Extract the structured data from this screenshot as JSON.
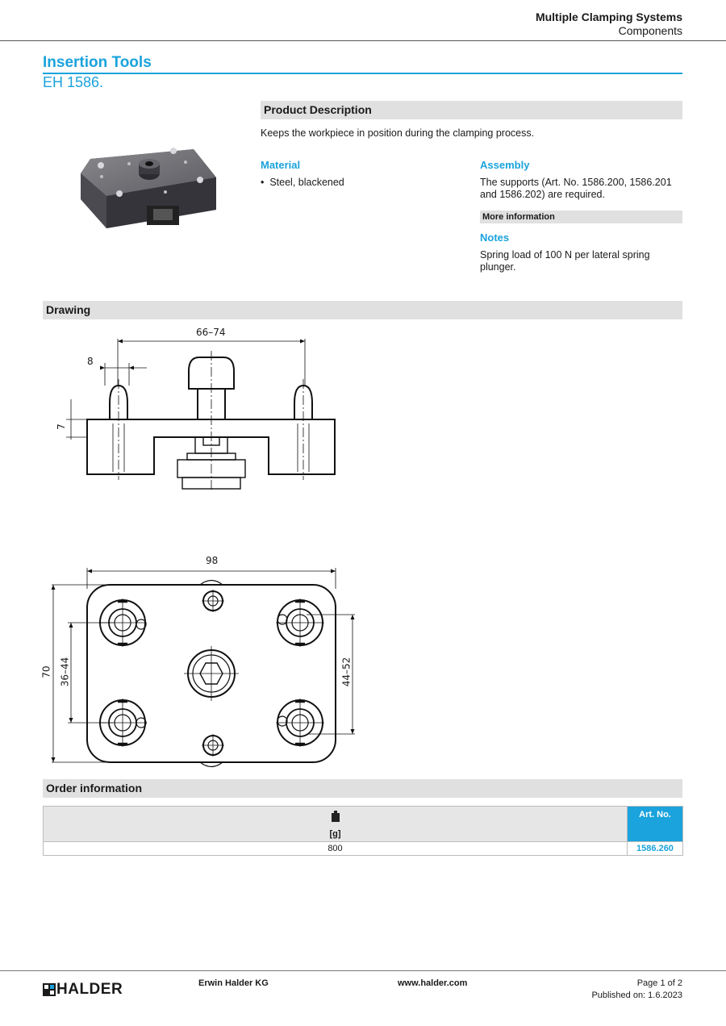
{
  "header": {
    "category": "Multiple Clamping Systems",
    "subcategory": "Components"
  },
  "product": {
    "title": "Insertion Tools",
    "code": "EH 1586."
  },
  "description": {
    "heading": "Product Description",
    "text": "Keeps the workpiece in position during the clamping process.",
    "material_heading": "Material",
    "material_items": [
      "Steel, blackened"
    ],
    "assembly_heading": "Assembly",
    "assembly_text": "The supports (Art. No. 1586.200, 1586.201 and 1586.202) are required.",
    "more_info_label": "More information",
    "notes_heading": "Notes",
    "notes_text": "Spring load of 100 N per lateral spring plunger."
  },
  "drawing": {
    "heading": "Drawing",
    "side_view": {
      "dim_width": "66–74",
      "dim_pin": "8",
      "dim_height": "7"
    },
    "top_view": {
      "dim_width": "98",
      "dim_height": "70",
      "dim_left": "36–44",
      "dim_right": "44–52"
    }
  },
  "order": {
    "heading": "Order information",
    "weight_unit": "[g]",
    "art_no_header": "Art. No.",
    "rows": [
      {
        "weight": "800",
        "art_no": "1586.260"
      }
    ]
  },
  "footer": {
    "logo": "HALDER",
    "company": "Erwin Halder KG",
    "website": "www.halder.com",
    "page": "Page 1 of 2",
    "published": "Published on: 1.6.2023"
  },
  "colors": {
    "accent": "#1aa3dc",
    "bar_gray": "#e0e0e0",
    "text": "#1a1a1a"
  },
  "icons": {
    "weight": "weight-icon"
  }
}
